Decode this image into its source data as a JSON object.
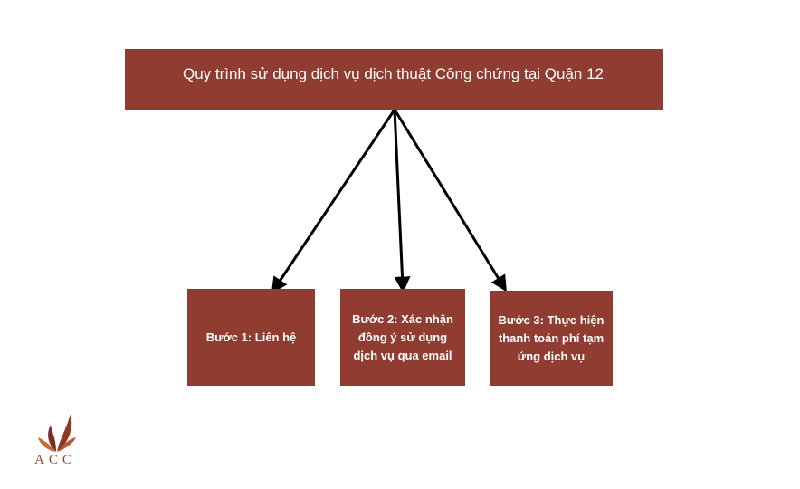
{
  "title": "Quy trình sử dụng dịch vụ dịch thuật Công chứng tại Quận 12",
  "steps": [
    {
      "label": "Bước 1: Liên hệ"
    },
    {
      "label": "Bước 2: Xác nhận đồng ý sử dụng dịch vụ qua email"
    },
    {
      "label": "Bước 3: Thực hiện thanh toán phí tạm ứng dịch vụ"
    }
  ],
  "logo": {
    "text": "ACC",
    "icon": "flame-leaf-icon"
  },
  "colors": {
    "box_fill": "#913c30",
    "box_text": "#ffffff",
    "arrow": "#000000",
    "logo_dark": "#7a2e1f",
    "logo_light": "#c46a3c"
  }
}
